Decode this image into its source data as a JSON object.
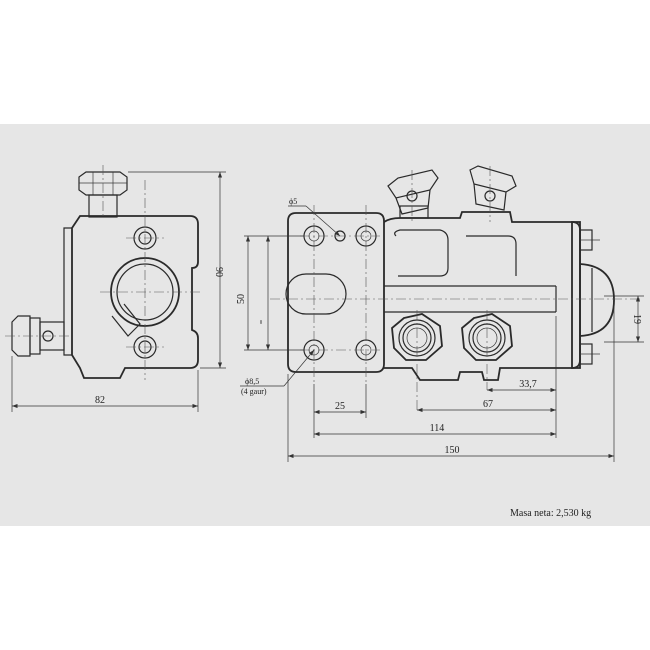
{
  "dimensions": {
    "height_left": "90",
    "width_left": "82",
    "hole_small": "ϕ5",
    "height_50": "50",
    "equal": "=",
    "hole_large": "ϕ8,5",
    "hole_large_note": "(4 gaur)",
    "d25": "25",
    "d67": "67",
    "d33": "33,7",
    "d114": "114",
    "d150": "150",
    "d19": "19"
  },
  "note": {
    "mass": "Masa neta: 2,530 kg"
  }
}
